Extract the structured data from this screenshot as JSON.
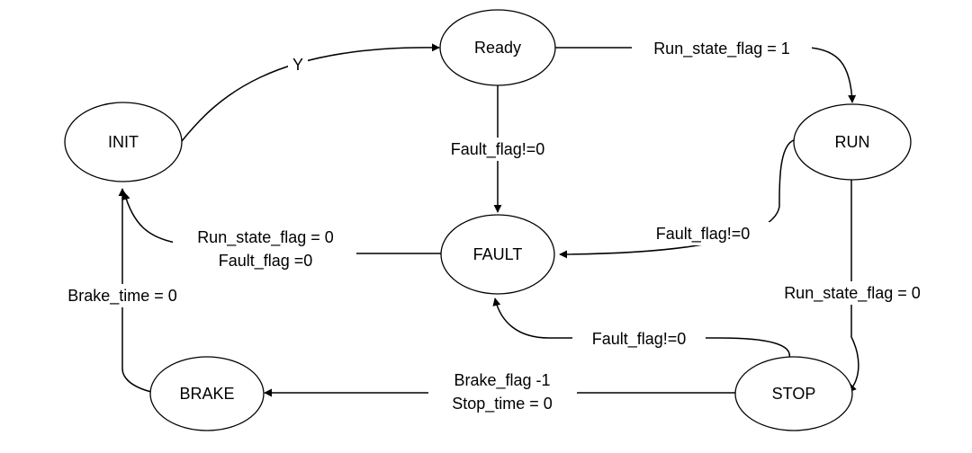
{
  "diagram": {
    "states": {
      "init": "INIT",
      "ready": "Ready",
      "run": "RUN",
      "fault": "FAULT",
      "stop": "STOP",
      "brake": "BRAKE"
    },
    "transitions": {
      "init_to_ready": "Y",
      "ready_to_run": "Run_state_flag = 1",
      "ready_to_fault": "Fault_flag!=0",
      "run_to_fault": "Fault_flag!=0",
      "run_to_stop": "Run_state_flag = 0",
      "stop_to_fault": "Fault_flag!=0",
      "fault_to_init_line1": "Run_state_flag = 0",
      "fault_to_init_line2": "Fault_flag =0",
      "stop_to_brake_line1": "Brake_flag -1",
      "stop_to_brake_line2": "Stop_time = 0",
      "brake_to_init": "Brake_time = 0"
    }
  }
}
